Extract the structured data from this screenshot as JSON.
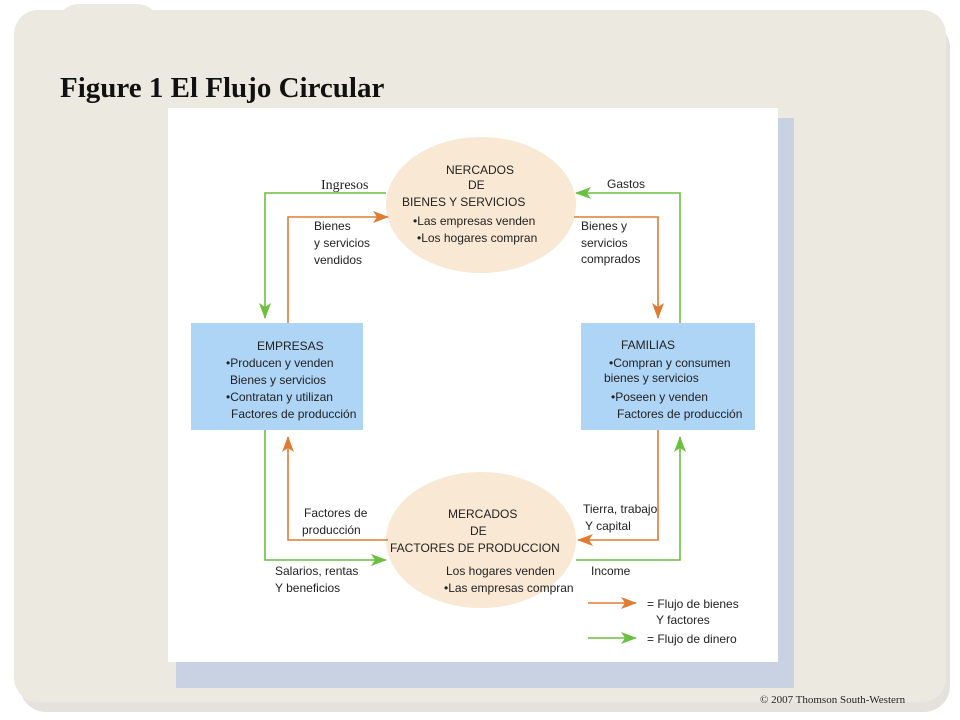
{
  "title": "Figure 1 El Flujo Circular",
  "copyright": "© 2007 Thomson South-Western",
  "colors": {
    "goods_flow": "#e07b34",
    "money_flow": "#6cbf3f",
    "market_fill": "#f8e8d4",
    "agent_fill": "#aed4f6"
  },
  "goods_market": {
    "title_lines": [
      "NERCADOS",
      "DE",
      "BIENES Y SERVICIOS"
    ],
    "bullets": [
      "•Las empresas venden",
      "•Los hogares compran"
    ]
  },
  "factor_market": {
    "title_lines": [
      "MERCADOS",
      "DE",
      "FACTORES  DE PRODUCCION"
    ],
    "bullets": [
      "Los hogares venden",
      "•Las empresas compran"
    ]
  },
  "firms": {
    "title": "EMPRESAS",
    "lines": [
      "•Producen y venden",
      "Bienes y servicios",
      "•Contratan y utilizan",
      "Factores de producción"
    ]
  },
  "households": {
    "title": "FAMILIAS",
    "lines": [
      "•Compran y consumen",
      "bienes y servicios",
      "•Poseen y venden",
      "Factores de producción"
    ]
  },
  "flow_labels": {
    "ingresos": "Ingresos",
    "gastos": "Gastos",
    "goods_sold": [
      "Bienes",
      "y servicios",
      "vendidos"
    ],
    "goods_bought": [
      "Bienes y",
      "servicios",
      "comprados"
    ],
    "factors": [
      "Factores de",
      "producción"
    ],
    "land_labor": [
      "Tierra,  trabajo",
      "Y capital"
    ],
    "wages": [
      "Salarios, rentas",
      "Y beneficios"
    ],
    "income": "Income"
  },
  "legend": {
    "goods": [
      "= Flujo de bienes",
      "Y factores"
    ],
    "money": "= Flujo de dinero"
  }
}
